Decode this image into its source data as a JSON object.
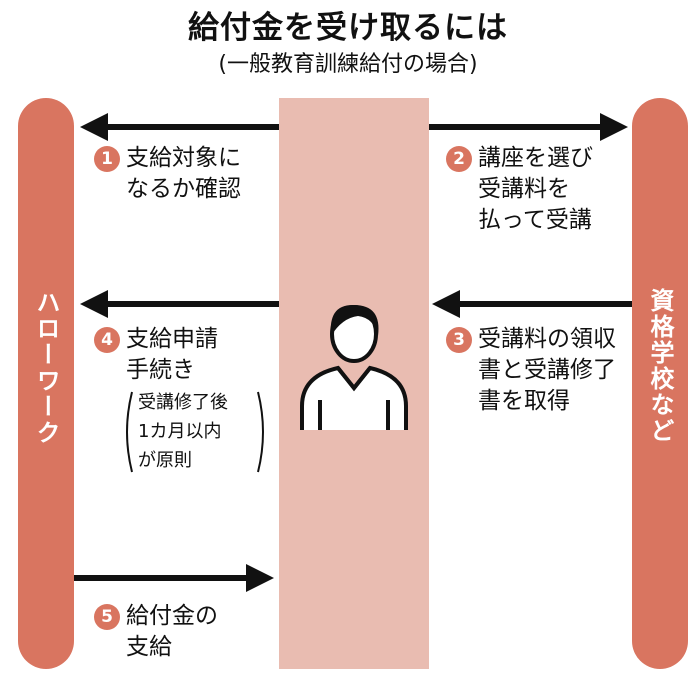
{
  "title": "給付金を受け取るには",
  "subtitle": "(一般教育訓練給付の場合)",
  "actors": {
    "left": "ハローワーク",
    "right": "資格学校など"
  },
  "steps": [
    {
      "number": "1",
      "lines": [
        "支給対象に",
        "なるか確認"
      ]
    },
    {
      "number": "2",
      "lines": [
        "講座を選び",
        "受講料を",
        "払って受講"
      ]
    },
    {
      "number": "3",
      "lines": [
        "受講料の領収",
        "書と受講修了",
        "書を取得"
      ]
    },
    {
      "number": "4",
      "lines": [
        "支給申請",
        "手続き"
      ],
      "note": [
        "受講修了後",
        "1カ月以内",
        "が原則"
      ]
    },
    {
      "number": "5",
      "lines": [
        "給付金の",
        "支給"
      ]
    }
  ],
  "colors": {
    "accent": "#d97560",
    "band": "#e9bcb1",
    "arrow": "#111111"
  },
  "icons": {
    "person": "person-icon"
  }
}
